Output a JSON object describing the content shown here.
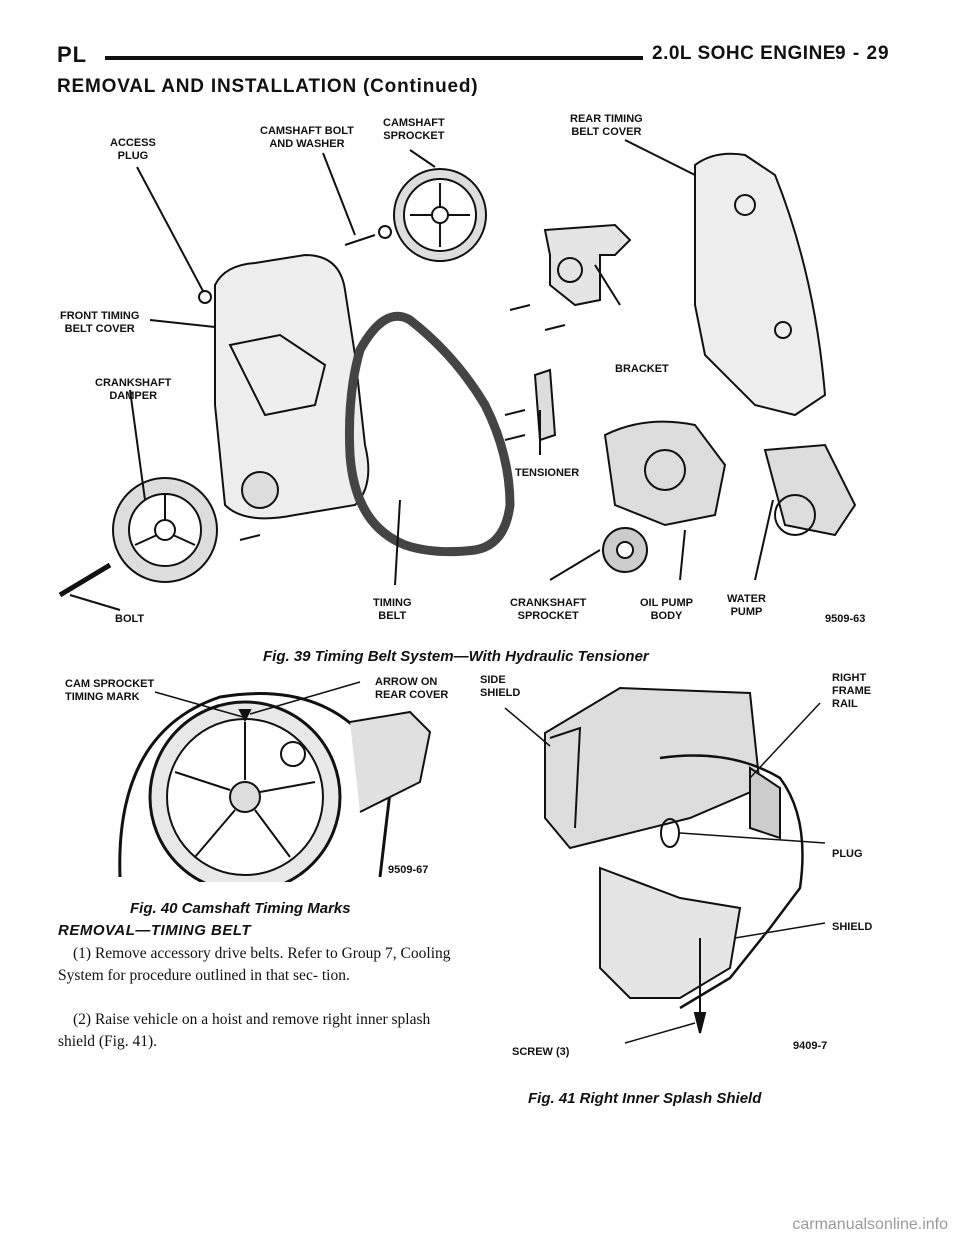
{
  "header": {
    "left": "PL",
    "right": "2.0L SOHC ENGINE",
    "page": "9 - 29"
  },
  "section_title": "REMOVAL AND INSTALLATION (Continued)",
  "fig39": {
    "caption": "Fig. 39 Timing Belt System—With Hydraulic Tensioner",
    "code": "9509-63",
    "labels": {
      "access_plug": "ACCESS\nPLUG",
      "camshaft_bolt": "CAMSHAFT BOLT\nAND WASHER",
      "camshaft_sprocket": "CAMSHAFT\nSPROCKET",
      "rear_timing_belt_cover": "REAR TIMING\nBELT COVER",
      "front_timing_belt_cover": "FRONT TIMING\nBELT COVER",
      "crankshaft_damper": "CRANKSHAFT\nDAMPER",
      "bracket": "BRACKET",
      "tensioner": "TENSIONER",
      "bolt": "BOLT",
      "timing_belt": "TIMING\nBELT",
      "crankshaft_sprocket": "CRANKSHAFT\nSPROCKET",
      "oil_pump_body": "OIL PUMP\nBODY",
      "water_pump": "WATER\nPUMP"
    }
  },
  "fig40": {
    "caption": "Fig. 40 Camshaft Timing Marks",
    "code": "9509-67",
    "labels": {
      "cam_sprocket_mark": "CAM SPROCKET\nTIMING MARK",
      "arrow_rear_cover": "ARROW ON\nREAR COVER"
    }
  },
  "fig41": {
    "caption": "Fig. 41 Right Inner Splash Shield",
    "code": "9409-7",
    "labels": {
      "side_shield": "SIDE\nSHIELD",
      "right_frame_rail": "RIGHT\nFRAME\nRAIL",
      "plug": "PLUG",
      "shield": "SHIELD",
      "screw": "SCREW (3)"
    }
  },
  "removal": {
    "heading": "REMOVAL—TIMING BELT",
    "steps": [
      "(1) Remove accessory drive belts. Refer to Group 7, Cooling System for procedure outlined in that sec- tion.",
      "(2) Raise vehicle on a hoist and remove right inner splash shield (Fig. 41)."
    ]
  },
  "watermark": "carmanualsonline.info"
}
